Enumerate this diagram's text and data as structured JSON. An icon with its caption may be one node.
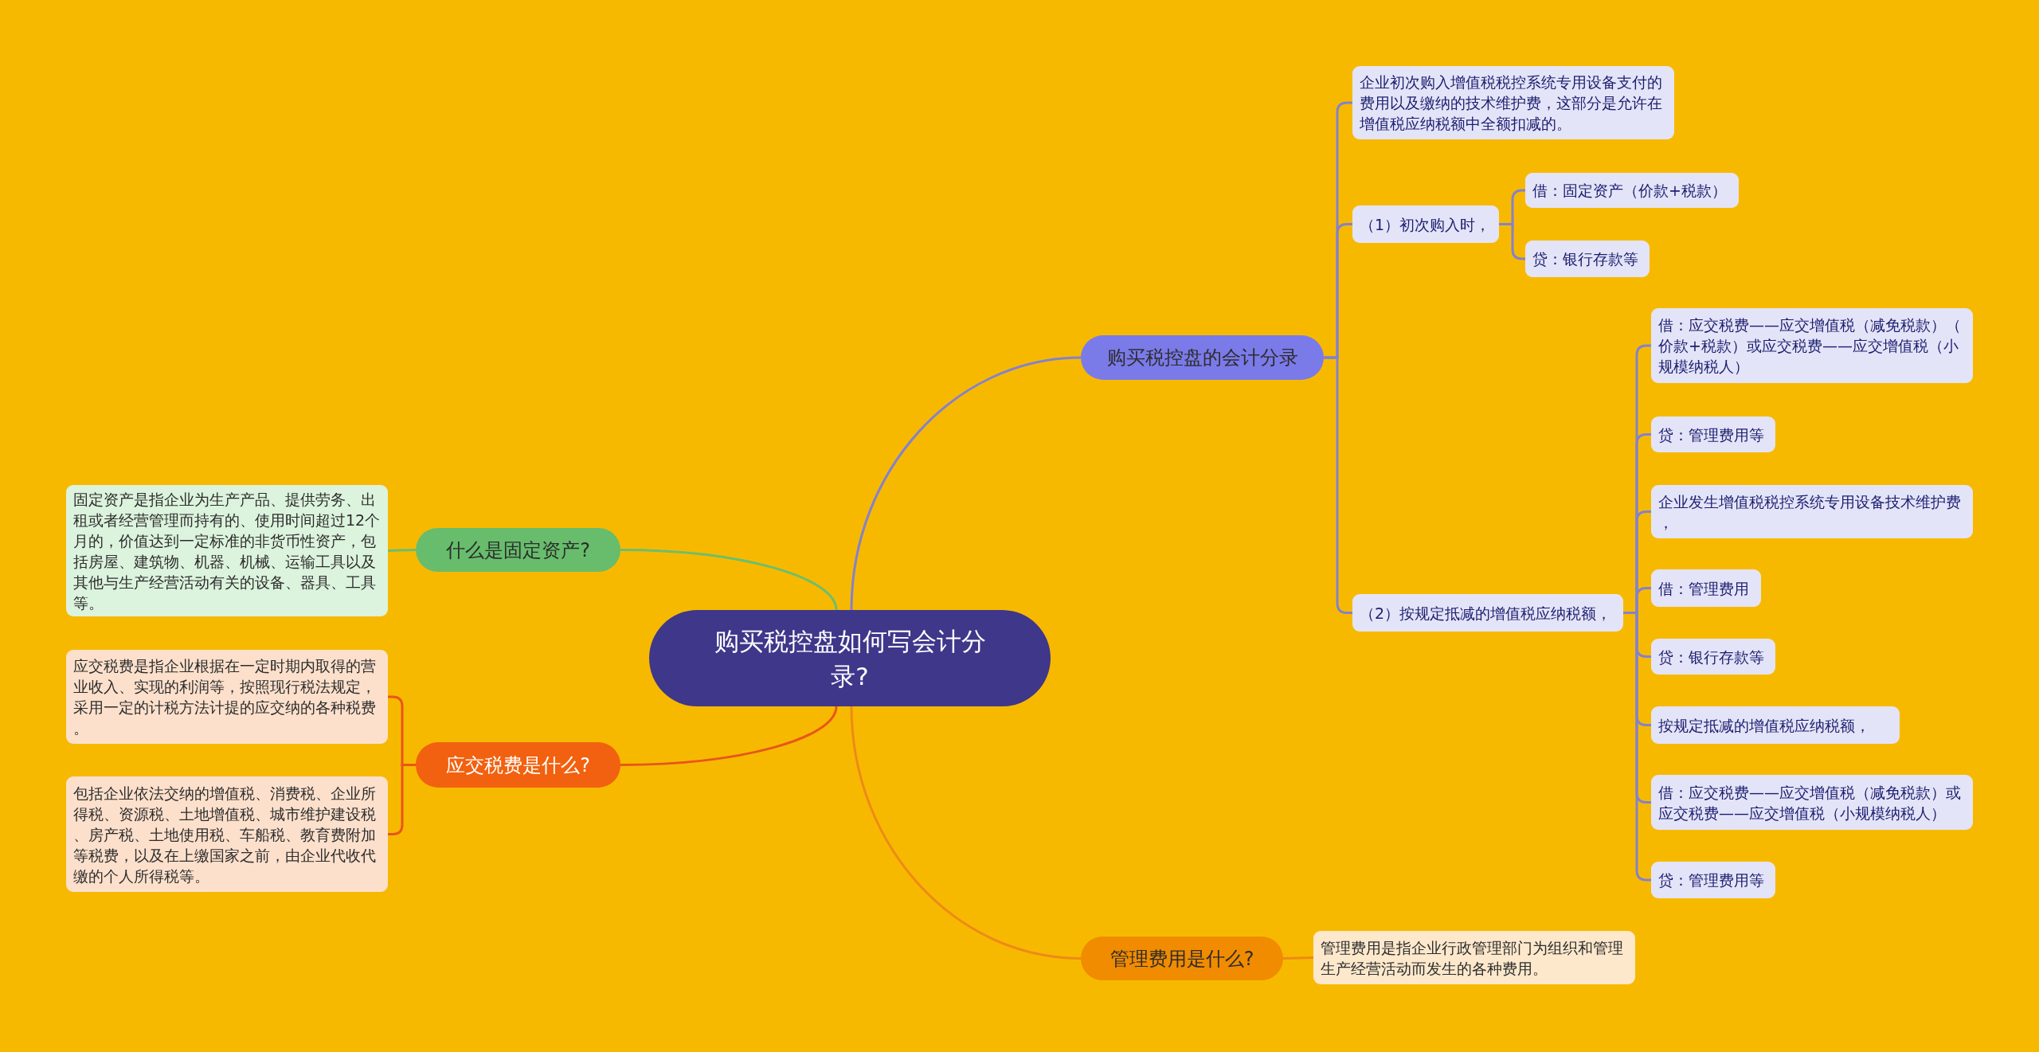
{
  "diagram": {
    "nodes": [
      {
        "text": [
          "购买税控盘如何写会计分录?"
        ]
      },
      {
        "text": [
          "购买税控盘的会计分录"
        ]
      },
      {
        "text": [
          "企业初次购入增值税税控系统专用设备支付的费用以及缴纳的技术维护费，这部分是允许在增值税应纳税额中全额扣减的。"
        ]
      },
      {
        "text": [
          "（1）初次购入时，"
        ]
      },
      {
        "text": [
          "借：固定资产（价款+税款）"
        ]
      },
      {
        "text": [
          "贷：银行存款等"
        ]
      },
      {
        "text": [
          "（2）按规定抵减的增值税应纳税额，"
        ]
      },
      {
        "text": [
          "借：应交税费——应交增值税（减免税款）（价款+税款）或应交税费——应交增值税（小规模纳税人）"
        ]
      },
      {
        "text": [
          "贷：管理费用等"
        ]
      },
      {
        "text": [
          "企业发生增值税税控系统专用设备技术维护费，"
        ]
      },
      {
        "text": [
          "借：管理费用"
        ]
      },
      {
        "text": [
          "贷：银行存款等"
        ]
      },
      {
        "text": [
          "按规定抵减的增值税应纳税额，"
        ]
      },
      {
        "text": [
          "借：应交税费——应交增值税（减免税款）或应交税费——应交增值税（小规模纳税人）"
        ]
      },
      {
        "text": [
          "贷：管理费用等"
        ]
      },
      {
        "text": [
          "什么是固定资产?"
        ]
      },
      {
        "text": [
          "固定资产是指企业为生产产品、提供劳务、出租或者经营管理而持有的、使用时间超过12个月的，价值达到一定标准的非货币性资产，包括房屋、建筑物、机器、机械、运输工具以及其他与生产经营活动有关的设备、器具、工具等。"
        ]
      },
      {
        "text": [
          "应交税费是什么?"
        ]
      },
      {
        "text": [
          "应交税费是指企业根据在一定时期内取得的营业收入、实现的利润等，按照现行税法规定，采用一定的计税方法计提的应交纳的各种税费。"
        ]
      },
      {
        "text": [
          "包括企业依法交纳的增值税、消费税、企业所得税、资源税、土地增值税、城市维护建设税、房产税、土地使用税、车船税、教育费附加等税费，以及在上缴国家之前，由企业代收代缴的个人所得税等。"
        ]
      },
      {
        "text": [
          "管理费用是什么?"
        ]
      },
      {
        "text": [
          "管理费用是指企业行政管理部门为组织和管理生产经营活动而发生的各种费用。"
        ]
      }
    ],
    "edges": [
      {
        "from": 0,
        "to": 1,
        "arrow": "none"
      },
      {
        "from": 1,
        "to": 2,
        "arrow": "none"
      },
      {
        "from": 1,
        "to": 3,
        "arrow": "none"
      },
      {
        "from": 3,
        "to": 4,
        "arrow": "none"
      },
      {
        "from": 3,
        "to": 5,
        "arrow": "none"
      },
      {
        "from": 1,
        "to": 6,
        "arrow": "none"
      },
      {
        "from": 6,
        "to": 7,
        "arrow": "none"
      },
      {
        "from": 6,
        "to": 8,
        "arrow": "none"
      },
      {
        "from": 6,
        "to": 9,
        "arrow": "none"
      },
      {
        "from": 6,
        "to": 10,
        "arrow": "none"
      },
      {
        "from": 6,
        "to": 11,
        "arrow": "none"
      },
      {
        "from": 6,
        "to": 12,
        "arrow": "none"
      },
      {
        "from": 6,
        "to": 13,
        "arrow": "none"
      },
      {
        "from": 6,
        "to": 14,
        "arrow": "none"
      },
      {
        "from": 0,
        "to": 15,
        "arrow": "none",
        "color": "#6cbf6c"
      },
      {
        "from": 15,
        "to": 16,
        "arrow": "none",
        "color": "#6cbf6c"
      },
      {
        "from": 0,
        "to": 17,
        "arrow": "none",
        "color": "#e8561c"
      },
      {
        "from": 17,
        "to": 18,
        "arrow": "none",
        "color": "#e8561c"
      },
      {
        "from": 17,
        "to": 19,
        "arrow": "none",
        "color": "#e8561c"
      },
      {
        "from": 0,
        "to": 20,
        "arrow": "none",
        "color": "#ee8a17"
      },
      {
        "from": 20,
        "to": 21,
        "arrow": "none",
        "color": "#ee8a17"
      }
    ]
  }
}
